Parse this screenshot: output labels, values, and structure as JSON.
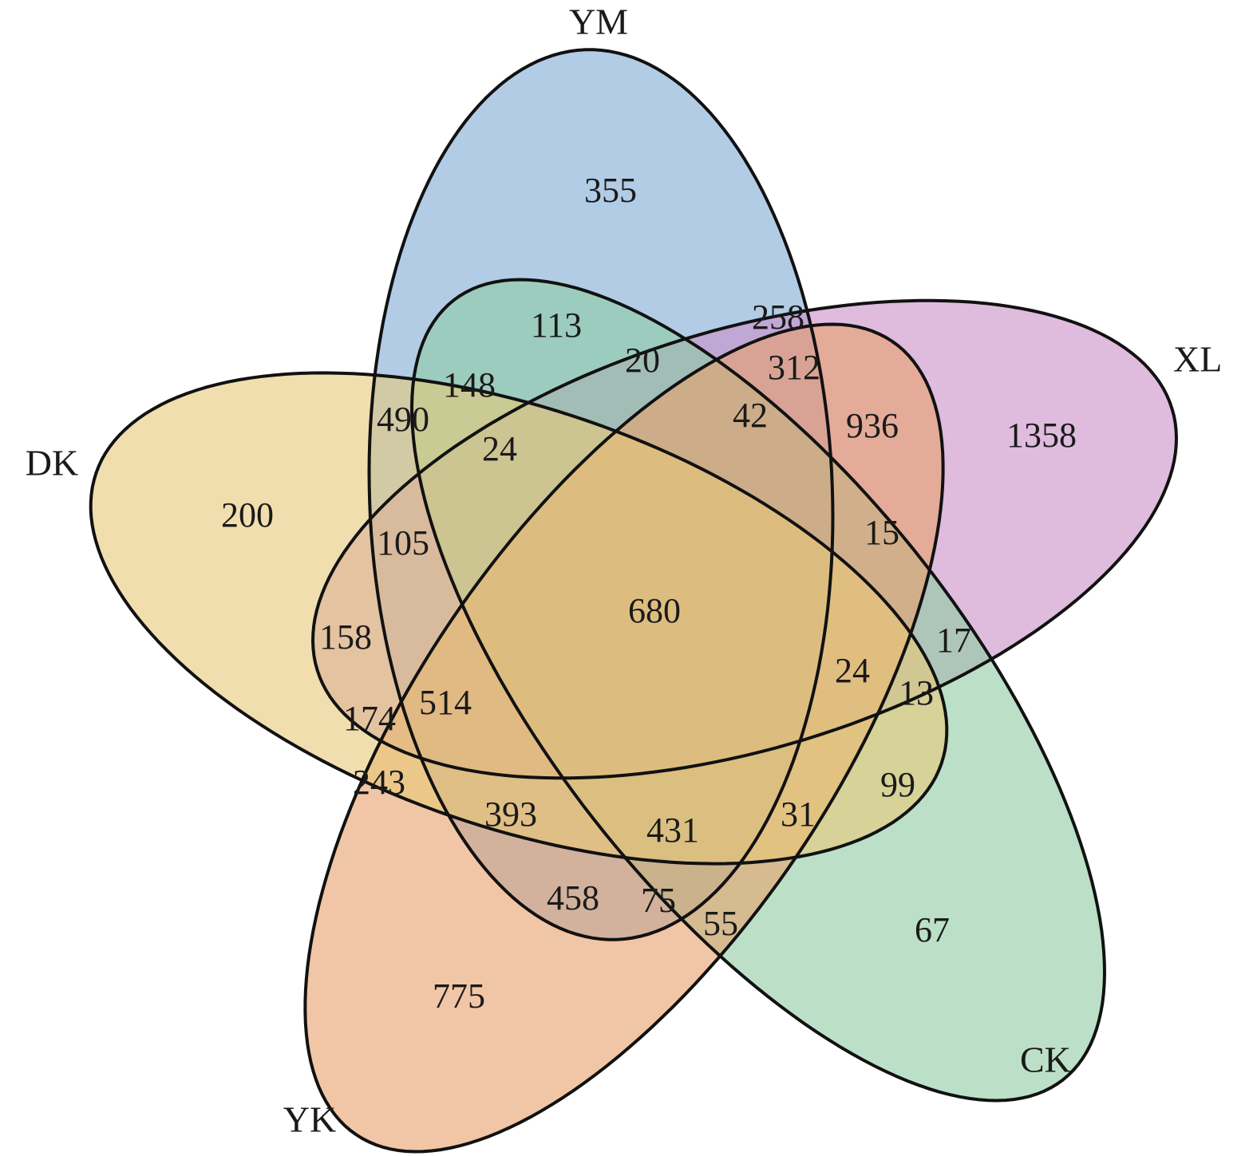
{
  "sets": [
    {
      "name": "YM",
      "color": "#7FAAD6"
    },
    {
      "name": "XL",
      "color": "#C98DC8"
    },
    {
      "name": "CK",
      "color": "#8ECBA2"
    },
    {
      "name": "YK",
      "color": "#E8A06A"
    },
    {
      "name": "DK",
      "color": "#E8C878"
    }
  ],
  "regions": [
    "355",
    "113",
    "258",
    "20",
    "312",
    "148",
    "42",
    "936",
    "1358",
    "490",
    "24",
    "200",
    "15",
    "105",
    "680",
    "158",
    "17",
    "24",
    "13",
    "514",
    "174",
    "243",
    "99",
    "393",
    "431",
    "31",
    "458",
    "75",
    "55",
    "67",
    "775"
  ]
}
